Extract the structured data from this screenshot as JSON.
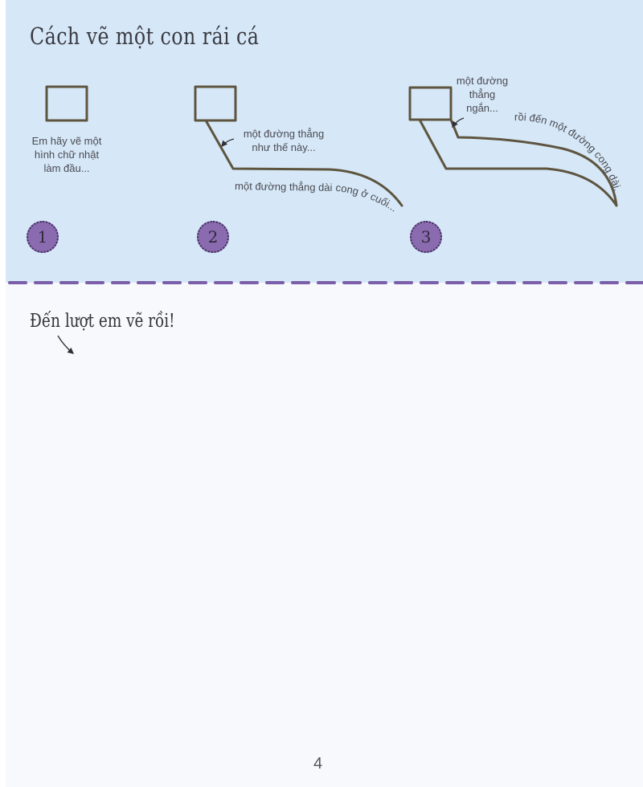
{
  "page": {
    "title": "Cách vẽ một con rái cá",
    "page_number": "4"
  },
  "steps": [
    {
      "number": "1",
      "captions": [
        "Em hãy vẽ một hình chữ nhật làm đầu..."
      ]
    },
    {
      "number": "2",
      "captions": [
        "một đường thẳng như thế này...",
        "một đường thẳng dài cong ở cuối..."
      ]
    },
    {
      "number": "3",
      "captions": [
        "một đường thẳng ngắn...",
        "rồi đến một đường cong dài..."
      ]
    }
  ],
  "step1": {
    "caption_lines": [
      "Em hãy vẽ một",
      "hình chữ nhật",
      "làm đầu..."
    ]
  },
  "step2": {
    "caption_a_lines": [
      "một đường thẳng",
      "như thế này..."
    ],
    "caption_b": "một đường thẳng dài cong ở cuối..."
  },
  "step3": {
    "caption_a_lines": [
      "một đường",
      "thẳng",
      "ngắn..."
    ],
    "caption_b": "rồi đến một đường cong dài..."
  },
  "practice": {
    "prompt": "Đến lượt em vẽ rồi!"
  },
  "colors": {
    "panel_bg": "#d6e8f7",
    "page_bg": "#f7f9fd",
    "badge": "#8b6bb0",
    "divider": "#7b5fa8",
    "pencil": "#5e5540"
  }
}
